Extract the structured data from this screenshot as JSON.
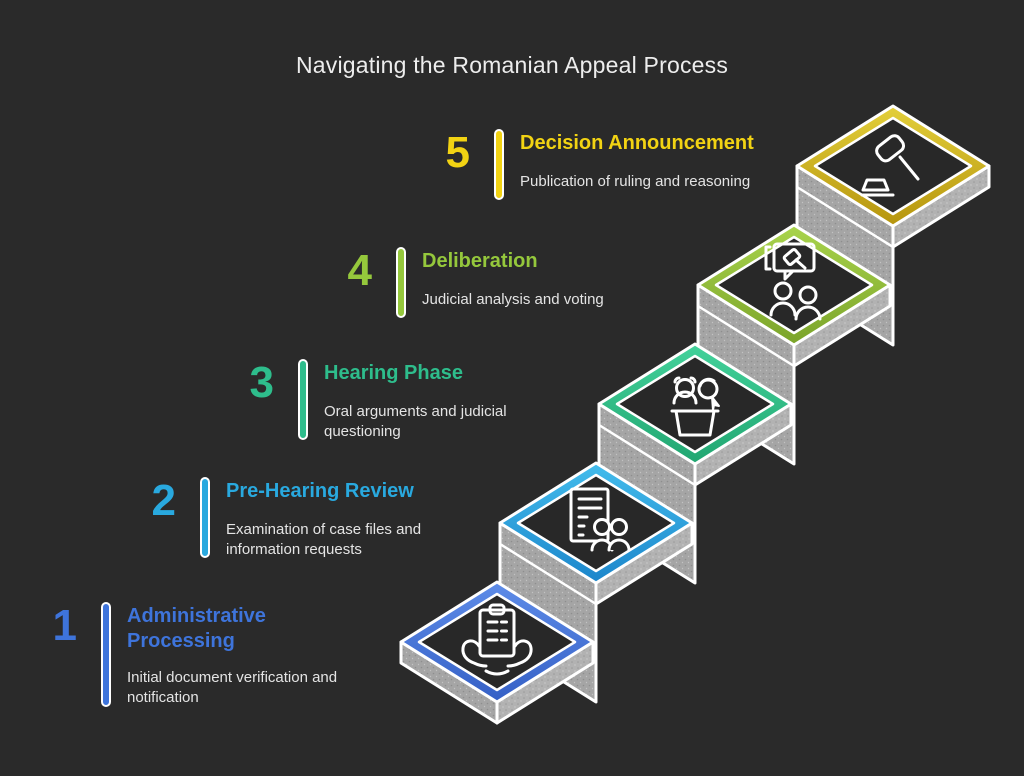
{
  "title": "Navigating the Romanian Appeal Process",
  "palette": {
    "background": "#2A2A2A",
    "title_text": "#EDEDED",
    "description_text": "#E4E4E4",
    "edge": "#FFFFFF",
    "face_left": "#A5A5A5",
    "face_right": "#B2B2B2",
    "diamond_fill": "#282828"
  },
  "steps": [
    {
      "number": "1",
      "title": "Administrative Processing",
      "description": "Initial document verification and notification",
      "color": "#3E74DB",
      "frame_top": "#5E8CE8",
      "frame_bottom": "#3560C6",
      "icon": "hands-holding-document-icon"
    },
    {
      "number": "2",
      "title": "Pre-Hearing Review",
      "description": "Examination of case files and information requests",
      "color": "#29A9DF",
      "frame_top": "#43BCEC",
      "frame_bottom": "#1C86CB",
      "icon": "case-file-people-icon"
    },
    {
      "number": "3",
      "title": "Hearing Phase",
      "description": "Oral arguments and judicial questioning",
      "color": "#2EBD8C",
      "frame_top": "#43D29B",
      "frame_bottom": "#21A671",
      "icon": "witness-podium-icon"
    },
    {
      "number": "4",
      "title": "Deliberation",
      "description": "Judicial analysis and voting",
      "color": "#95C83C",
      "frame_top": "#A9D44C",
      "frame_bottom": "#7BA42A",
      "icon": "deliberation-discussion-icon"
    },
    {
      "number": "5",
      "title": "Decision Announcement",
      "description": "Publication of ruling and reasoning",
      "color": "#F2D313",
      "frame_top": "#E3CF3A",
      "frame_bottom": "#B6950E",
      "icon": "gavel-icon"
    }
  ]
}
